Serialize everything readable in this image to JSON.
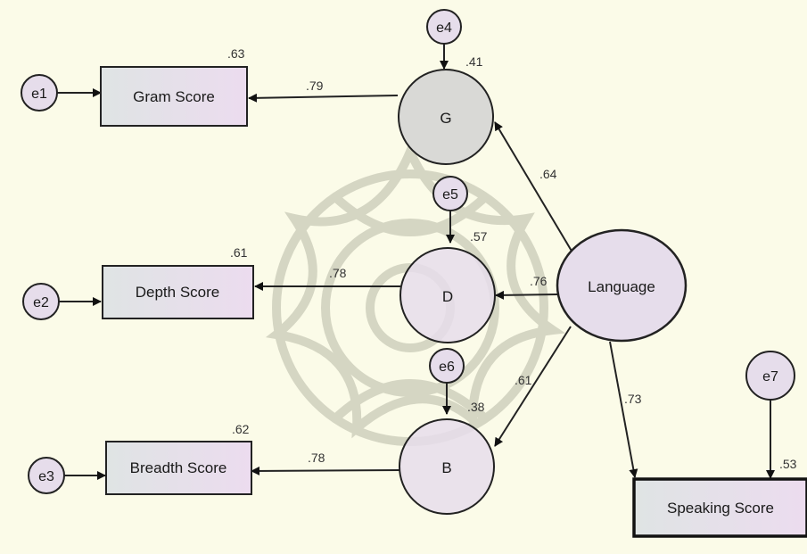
{
  "observed": {
    "gram": "Gram Score",
    "depth": "Depth Score",
    "breadth": "Breadth Score",
    "speaking": "Speaking Score"
  },
  "latent": {
    "g": "G",
    "d": "D",
    "b": "B",
    "language": "Language"
  },
  "errors": {
    "e1": "e1",
    "e2": "e2",
    "e3": "e3",
    "e4": "e4",
    "e5": "e5",
    "e6": "e6",
    "e7": "e7"
  },
  "coefficients": {
    "gram_r2": ".63",
    "depth_r2": ".61",
    "breadth_r2": ".62",
    "speaking_r2": ".53",
    "g_r2": ".41",
    "d_r2": ".57",
    "b_r2": ".38",
    "g_to_gram": ".79",
    "d_to_depth": ".78",
    "b_to_breadth": ".78",
    "lang_to_g": ".64",
    "lang_to_d": ".76",
    "lang_to_b": ".61",
    "lang_to_speaking": ".73"
  },
  "colors": {
    "background": "#fbfbe8",
    "box_fill": "#dfe3e3",
    "box_accent": "#eadbef",
    "circle_fill": "#e6ddeb",
    "g_fill": "#d9d9d6",
    "watermark": "#b7b8a8"
  }
}
